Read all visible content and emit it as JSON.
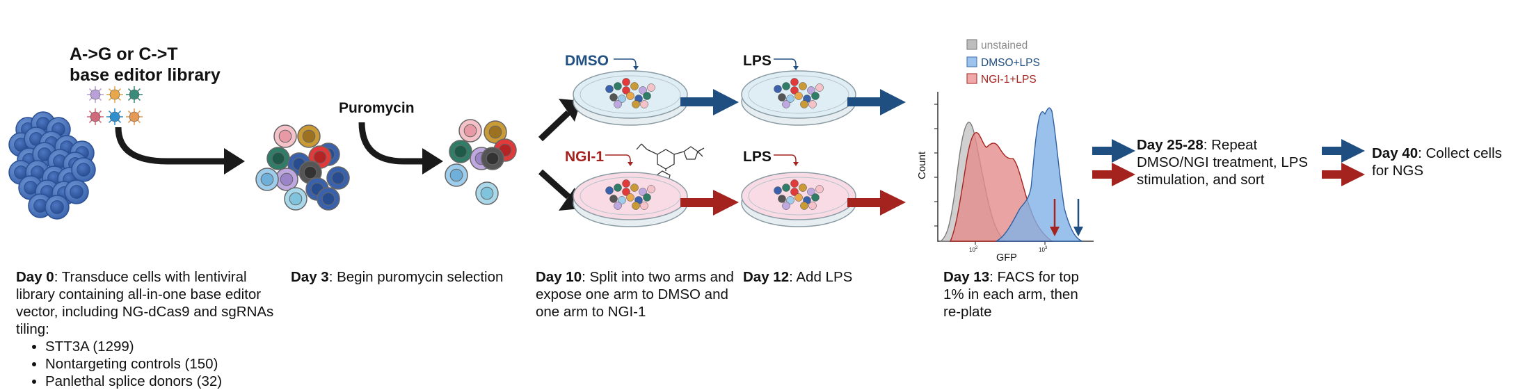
{
  "library": {
    "title_line1": "A->G or C->T",
    "title_line2": "base editor library"
  },
  "puromycin_label": "Puromycin",
  "arms": {
    "dmso": "DMSO",
    "ngi": "NGI-1",
    "lps_top": "LPS",
    "lps_bottom": "LPS"
  },
  "facs": {
    "legend": [
      "unstained",
      "DMSO+LPS",
      "NGI-1+LPS"
    ],
    "ylabel": "Count",
    "xlabel": "GFP",
    "tick1": "10",
    "tick1_exp": "2",
    "tick2": "10",
    "tick2_exp": "3"
  },
  "steps": {
    "day0": {
      "day": "Day 0",
      "text": ": Transduce cells with lentiviral library containing all-in-one base editor vector, including NG-dCas9 and sgRNAs tiling:",
      "bullets": [
        "STT3A (1299)",
        "Nontargeting controls (150)",
        "Panlethal splice donors (32)"
      ]
    },
    "day3": {
      "day": "Day 3",
      "text": ": Begin puromycin selection"
    },
    "day10": {
      "day": "Day 10",
      "text": ": Split into two arms and expose one arm to DMSO and one arm to NGI-1"
    },
    "day12": {
      "day": "Day 12",
      "text": ": Add LPS"
    },
    "day13": {
      "day": "Day 13",
      "text": ": FACS for top 1% in each arm, then re-plate"
    },
    "day25": {
      "day": "Day 25-28",
      "text": ": Repeat DMSO/NGI treatment, LPS stimulation, and sort"
    },
    "day40": {
      "day": "Day 40",
      "text": ": Collect cells for NGS"
    }
  },
  "colors": {
    "blue_arrow": "#1f4e80",
    "red_arrow": "#a4231f",
    "black_arrow": "#1a1a1a",
    "dmso_text": "#1f4e80",
    "ngi_text": "#a4231f"
  }
}
